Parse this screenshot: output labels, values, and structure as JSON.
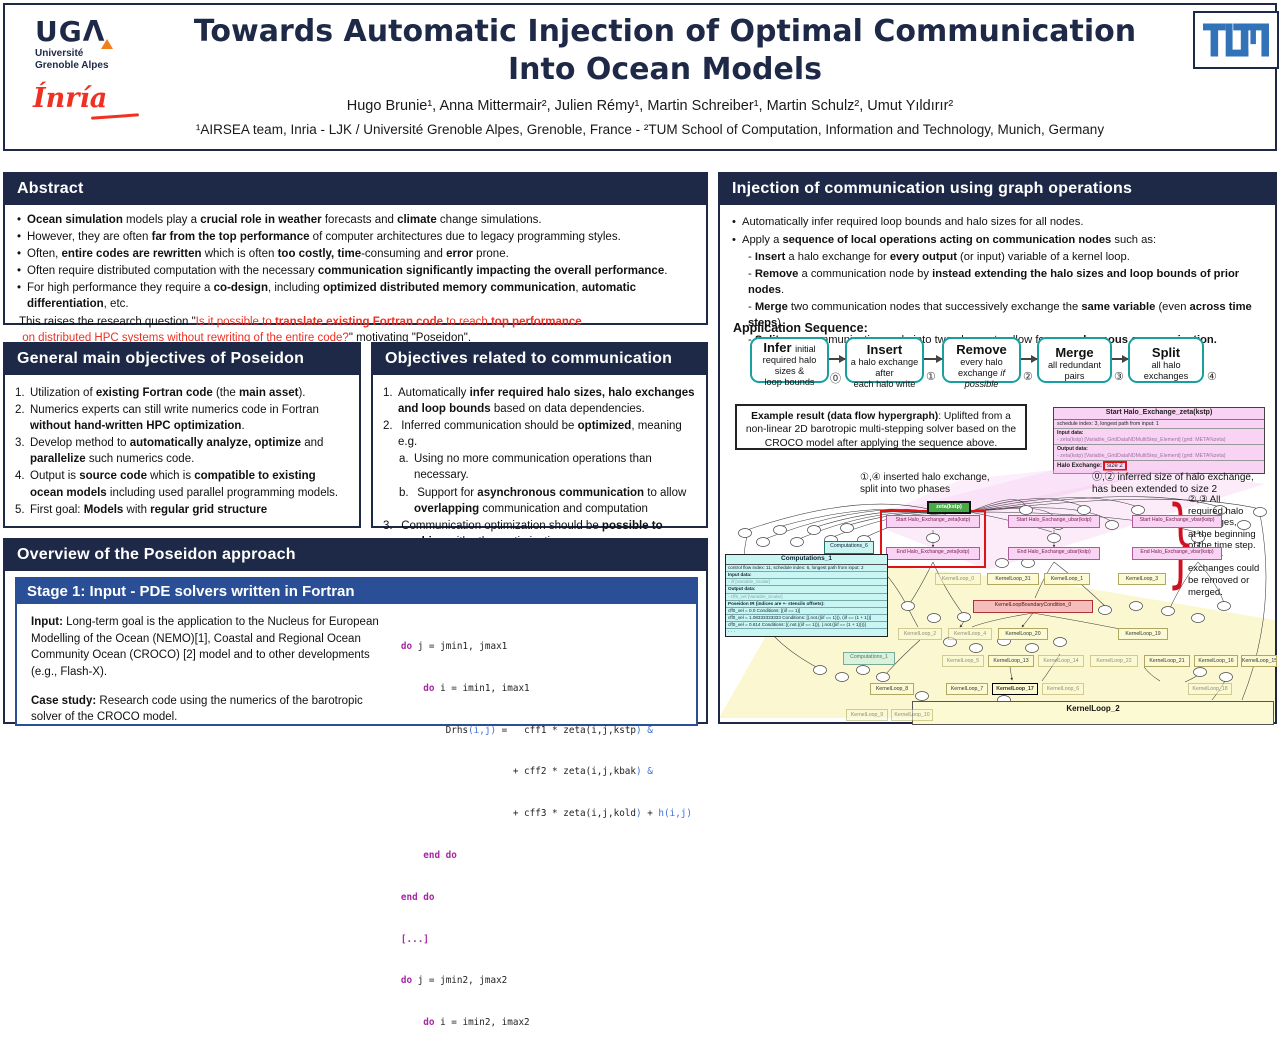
{
  "colors": {
    "navy": "#1e2947",
    "red": "#ee3123",
    "teal": "#18a0a0",
    "stage_blue": "#2b4f97",
    "tum_blue": "#3273b8",
    "pink": "#f9d3f3",
    "cyan": "#c9f5f3",
    "yellow": "#fcfad2"
  },
  "header": {
    "title_line1": "Towards Automatic Injection of Optimal Communication",
    "title_line2": "Into Ocean Models",
    "authors": "Hugo Brunie¹, Anna Mittermair², Julien Rémy¹, Martin Schreiber¹, Martin Schulz², Umut Yıldırır²",
    "affiliations": "¹AIRSEA team, Inria - LJK / Université Grenoble Alpes, Grenoble, France - ²TUM School of Computation, Information and Technology, Munich, Germany",
    "uga_acronym": "UGΛ",
    "uga_line1": "Université",
    "uga_line2": "Grenoble Alpes",
    "inria_label": "Ínría"
  },
  "abstract": {
    "title": "Abstract",
    "bullets_html": [
      "<b>Ocean simulation</b> models play a <b>crucial role in weather</b> forecasts and <b>climate</b> change simulations.",
      "However, they are often <b>far from the top performance</b> of  computer architectures due to legacy programming styles.",
      "Often, <b>entire codes are rewritten</b> which is often <b>too costly, time</b>-consuming and <b>error</b> prone.",
      "Often require distributed computation with the necessary <b>communication significantly impacting the overall performance</b>.",
      "For high performance they  require a <b>co-design</b>, including <b>optimized distributed memory communication</b>, <b>automatic differentiation</b>, etc."
    ],
    "question_html_1": "This raises the research question \"<span class=\"red\">Is it possible to <b>translate existing Fortran code</b> to reach <b>top performance</b></span>",
    "question_html_2": "<span class=\"red\">&nbsp;on distributed HPC systems without rewriting of the entire code?</span>\" motivating \"Poseidon\"."
  },
  "general": {
    "title": "General main objectives of Poseidon",
    "items": [
      {
        "marker": "1.",
        "html": "Utilization of <b>existing Fortran code</b> (the <b>main asset</b>)."
      },
      {
        "marker": "2.",
        "html": "Numerics experts can still write numerics code in Fortran <b>without hand-written HPC optimization</b>."
      },
      {
        "marker": "3.",
        "html": "Develop method to <b>automatically analyze, optimize</b> and <b>parallelize</b> such numerics code."
      },
      {
        "marker": "4.",
        "html": "Output is <b>source code</b> which is <b>compatible to existing ocean models</b> including used parallel programming models."
      },
      {
        "marker": "5.",
        "html": "First goal: <b>Models</b> with <b>regular grid structure</b>"
      }
    ]
  },
  "comm": {
    "title": "Objectives related to communication",
    "items": [
      {
        "marker": "1.",
        "html": "Automatically <b>infer required halo sizes, halo exchanges and loop bounds</b> based on data dependencies."
      },
      {
        "marker": "2.",
        "html": "&nbsp;Inferred communication should be <b>optimized</b>, meaning e.g."
      },
      {
        "marker": "a.",
        "html": "Using no more communication operations than necessary."
      },
      {
        "marker": "b.",
        "html": "&nbsp;Support for <b>asynchronous communication</b> to allow <b>overlapping</b> communication and computation"
      },
      {
        "marker": "3.",
        "html": "&nbsp;Communication optimization should be <b>possible to combine</b> with other optimizations."
      }
    ]
  },
  "overview": {
    "title": "Overview of the Poseidon approach",
    "stage1": {
      "title": "Stage 1: Input - PDE solvers written in Fortran",
      "p1_html": "<b>Input:</b> Long-term goal is the application to the Nucleus for European Modelling of the Ocean (NEMO)[1], Coastal and Regional Ocean Community Ocean (CROCO) [2] model and to other developments (e.g., Flash-X).",
      "p2_html": "<b>Case study:</b> Research code using the numerics of the barotropic solver of the CROCO model.",
      "code_lines": [
        "<span class=\"cm\">do</span> j = jmin1, jmax1",
        "    <span class=\"cm\">do</span> i = imin1, imax1",
        "        Drhs<span class=\"cb\">(i,j)</span> =   cff1 * zeta(i,j,kstp<span class=\"cb\">)</span> <span class=\"cb\">&amp;</span>",
        "                    + cff2 * zeta(i,j,kbak<span class=\"cb\">)</span> <span class=\"cb\">&amp;</span>",
        "                    + cff3 * zeta(i,j,kold<span class=\"cb\">)</span> + <span class=\"cb\">h(i,j)</span>",
        "    <span class=\"cm\">end do</span>",
        "<span class=\"cm\">end do</span>",
        "<span class=\"cm\">[...]</span>",
        "<span class=\"cm\">do</span> j = jmin2, jmax2",
        "    <span class=\"cm\">do</span> i = imin2, imax2"
      ]
    }
  },
  "injection": {
    "title": "Injection of communication using graph operations",
    "bullet1_html": "Automatically infer required loop bounds and halo sizes for all nodes.",
    "bullet2_html": "Apply a <b>sequence of local operations acting on communication nodes</b> such as:",
    "sub_bullets_html": [
      "- <b>Insert</b> a halo exchange for <b>every output</b> (or input) variable of a kernel loop.",
      "- <b>Remove</b> a communication node by <b>instead extending the halo sizes and loop bounds of prior nodes</b>.",
      "- <b>Merge</b> two communication nodes that successively exchange the <b>same variable</b> (even <b>across time steps</b>).",
      "- <b>Split</b> up a communication node into two phases to allow for <b>asynchronous communication.</b>"
    ],
    "app_seq_label": "Application Sequence:",
    "sequence": [
      {
        "title_html": "<b>Infer</b> <span class=\"sx\">initial</span>",
        "body_html": "required halo sizes &amp;<br>loop bounds",
        "badge": "⓪"
      },
      {
        "title_html": "<b>Insert</b>",
        "body_html": "a halo exchange after<br>each halo write",
        "badge": "①"
      },
      {
        "title_html": "<b>Remove</b>",
        "body_html": "every halo<br>exchange <i>if possible</i>",
        "badge": "②"
      },
      {
        "title_html": "<b>Merge</b>",
        "body_html": "all redundant pairs",
        "badge": "③"
      },
      {
        "title_html": "<b>Split</b>",
        "body_html": "all halo exchanges",
        "badge": "④"
      }
    ],
    "example_html": "<b>Example result (data flow hypergraph)</b>: Uplifted from a non-linear 2D barotropic multi-stepping solver based on the CROCO model after applying the sequence above.",
    "detail_box": {
      "title": "Start Halo_Exchange_zeta(kstp)",
      "row1": "schedule index: 3, longest path from input: 1",
      "input_label": "Input data:",
      "input_value": "- zeta(kstp)   [Variable_GridDataNDMultiStep_Element] (grid: META%zeta)",
      "output_label": "Output data:",
      "output_value": "- zeta(kstp)   [Variable_GridDataNDMultiStep_Element] (grid: META%zeta)",
      "halo_label": "Halo Exchange:",
      "halo_value": "size 2"
    },
    "annotations": {
      "a1_html": "①,④ inserted halo exchange,<br>split into two phases",
      "a2_html": "⓪,② inferred size of halo exchange,<br>has been extended to size 2",
      "a3_html": "②,③ All<br>required halo<br>exchanges,<br>at the beginning<br>of the time step.<br>All other<br>exchanges could<br>be removed or<br>merged."
    },
    "graph": {
      "zeta_node": "zeta(kstp)",
      "pink_nodes": [
        "Start Halo_Exchange_zeta(kstp)",
        "End Halo_Exchange_zeta(kstp)",
        "Start Halo_Exchange_ubar(kstp)",
        "End Halo_Exchange_ubar(kstp)",
        "Start Halo_Exchange_vbar(kstp)",
        "End Halo_Exchange_vbar(kstp)"
      ],
      "comp6": "Computations_6",
      "comp1_small": "Computations_1",
      "bc_node": "KernelLoopBoundaryCondition_0",
      "kernel_big": "KernelLoop_2",
      "comp1": {
        "header": "Computations_1",
        "r1": "control flow index: 11, schedule index: 6, longest path from input: 2",
        "r2": "Input data:",
        "r3": "- iif   [Variable_Scalar]",
        "r4": "Output data:",
        "r5": "- cff0_vel   [Variable_Scalar]",
        "r6": "Poseidon IR  (indices are +- stencils offsets):",
        "r7": "cff0_vel = 0.0    Conditions: [(iif == 1)]",
        "r8": "cff0_vel = 1.08333333333    Conditions: [(.not.((iif == 1))), (iif == (1 + 1))]",
        "r9": "cff0_vel = 0.614    Conditions: [(.not.((iif == 1))), (.not.((iif == (1 + 1))))]",
        "r10": "· · ·"
      },
      "kernels": [
        "KernelLoop_0",
        "KernelLoop_31",
        "KernelLoop_1",
        "KernelLoop_3",
        "KernelLoop_2",
        "KernelLoop_4",
        "KernelLoop_20",
        "KernelLoop_19",
        "KernelLoop_5",
        "KernelLoop_13",
        "KernelLoop_14",
        "KernelLoop_22",
        "KernelLoop_21",
        "KernelLoop_16",
        "KernelLoop_15",
        "KernelLoop_8",
        "KernelLoop_7",
        "KernelLoop_17",
        "KernelLoop_6",
        "KernelLoop_18",
        "KernelLoop_9",
        "KernelLoop_10"
      ]
    }
  }
}
